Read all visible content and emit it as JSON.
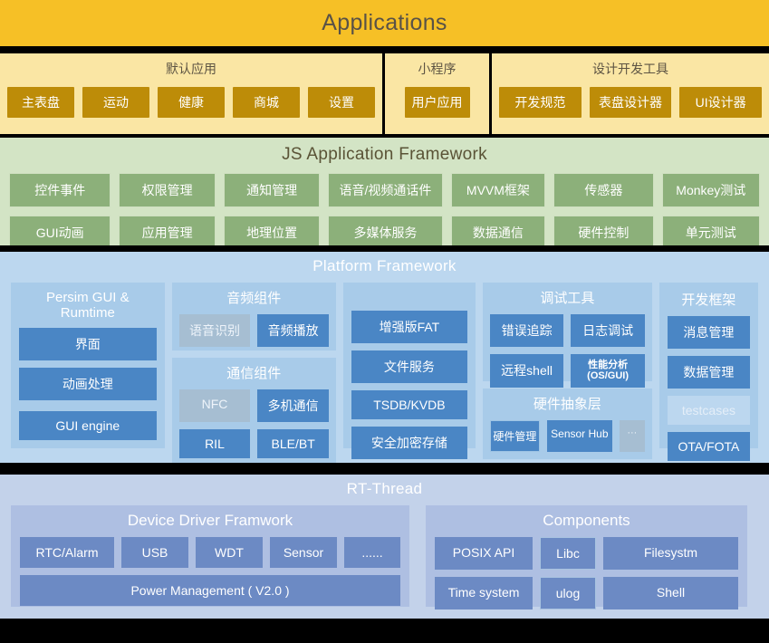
{
  "applications": {
    "title": "Applications",
    "panels": [
      {
        "name": "default-apps",
        "title": "默认应用",
        "items": [
          "主表盘",
          "运动",
          "健康",
          "商城",
          "设置"
        ]
      },
      {
        "name": "mini-program",
        "title": "小程序",
        "items": [
          "用户应用"
        ]
      },
      {
        "name": "design-dev-tools",
        "title": "设计开发工具",
        "items": [
          "开发规范",
          "表盘设计器",
          "UI设计器"
        ]
      }
    ]
  },
  "js_framework": {
    "title": "JS Application Framework",
    "row1": [
      "控件事件",
      "权限管理",
      "通知管理",
      "语音/视频通话件",
      "MVVM框架",
      "传感器",
      "Monkey测试"
    ],
    "row2": [
      "GUI动画",
      "应用管理",
      "地理位置",
      "多媒体服务",
      "数据通信",
      "硬件控制",
      "单元测试"
    ]
  },
  "platform_framework": {
    "title": "Platform Framework",
    "col_persim": {
      "title": "Persim GUI & Rumtime",
      "items": [
        "界面",
        "动画处理"
      ],
      "footer": "GUI engine"
    },
    "col_audio": {
      "title": "音频组件",
      "items": [
        "语音识别",
        "音频播放"
      ]
    },
    "col_comm": {
      "title": "通信组件",
      "row1": [
        "NFC",
        "多机通信"
      ],
      "row2": [
        "RIL",
        "BLE/BT"
      ]
    },
    "col_storage": {
      "items": [
        "增强版FAT",
        "文件服务",
        "TSDB/KVDB",
        "安全加密存储"
      ]
    },
    "col_debug": {
      "title": "调试工具",
      "row1": [
        "错误追踪",
        "日志调试"
      ],
      "row2_left": "远程shell",
      "row2_right_line1": "性能分析",
      "row2_right_line2": "(OS/GUI)"
    },
    "col_hal": {
      "title": "硬件抽象层",
      "items": [
        "硬件管理",
        "Sensor Hub",
        "···"
      ]
    },
    "col_devframework": {
      "title": "开发框架",
      "items": [
        "消息管理",
        "数据管理",
        "testcases",
        "OTA/FOTA"
      ]
    }
  },
  "rt_thread": {
    "title": "RT-Thread",
    "device_driver": {
      "title": "Device Driver Framwork",
      "row1": [
        "RTC/Alarm",
        "USB",
        "WDT",
        "Sensor",
        "......"
      ],
      "row2": "Power Management ( V2.0 )"
    },
    "components": {
      "title": "Components",
      "row1": [
        "POSIX API",
        "Libc",
        "Filesystm"
      ],
      "row2": [
        "Time system",
        "ulog",
        "Shell"
      ]
    }
  },
  "colors": {
    "applications_bar": "#f6c026",
    "applications_panel": "#fae6a4",
    "applications_chip": "#bd8c08",
    "js_band": "#d3e4c5",
    "js_chip": "#8cb07a",
    "platform_band": "#bcd7ef",
    "platform_col": "#a8cbe9",
    "platform_chip": "#4a86c5",
    "platform_chip_muted": "#a6bed2",
    "rt_band": "#c3d2ea",
    "rt_col": "#aebfe2",
    "rt_chip": "#6c8ac4"
  }
}
